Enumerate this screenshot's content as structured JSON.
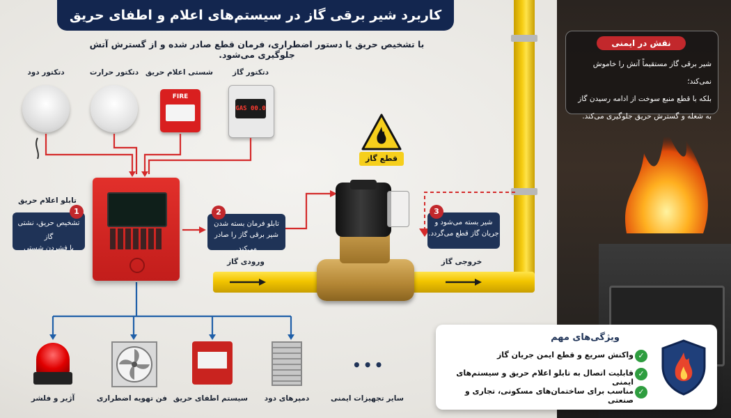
{
  "title": "کاربرد شیر برقی گاز در سیستم‌های اعلام و اطفای حریق",
  "subtitle": "با تشخیص حریق یا دستور اضطراری، فرمان قطع صادر شده و از گسترش آتش جلوگیری می‌شود.",
  "safety_role": {
    "heading": "نقش در ایمنی",
    "lines": [
      "شیر برقی گاز مستقیماً آتش را خاموش نمی‌کند؛",
      "بلکه با قطع منبع سوخت از ادامه رسیدن گاز",
      "به شعله و گسترش حریق جلوگیری می‌کند."
    ]
  },
  "detectors": {
    "smoke": "دتکتور دود",
    "heat": "دتکتور حرارت",
    "manual_call_point": "شستی اعلام حریق",
    "gas": "دتکتور گاز"
  },
  "device_text": {
    "fire": "FIRE",
    "gas_display": "GAS 00.0"
  },
  "panel_label": "تابلو اعلام حریق",
  "warning_label": "قطع گاز",
  "steps": [
    {
      "number": "1",
      "lines": [
        "تشخیص حریق، نشتی گاز",
        "یا فشردن شستی"
      ]
    },
    {
      "number": "2",
      "lines": [
        "تابلو فرمان بسته شدن",
        "شیر برقی گاز را صادر می‌کند."
      ]
    },
    {
      "number": "3",
      "lines": [
        "شیر بسته می‌شود و",
        "جریان گاز قطع می‌گردد."
      ]
    }
  ],
  "pipe_labels": {
    "inlet": "ورودی گاز",
    "outlet": "خروجی گاز"
  },
  "outputs": [
    {
      "label": "آژیر و فلشر"
    },
    {
      "label": "فن تهویه اضطراری"
    },
    {
      "label": "سیستم اطفای حریق"
    },
    {
      "label": "دمپرهای دود"
    },
    {
      "label": "سایر تجهیزات ایمنی"
    }
  ],
  "features": {
    "heading": "ویژگی‌های مهم",
    "items": [
      "واکنش سریع و قطع ایمن جریان گاز",
      "قابلیت اتصال به تابلو اعلام حریق و سیستم‌های ایمنی",
      "مناسب برای ساختمان‌های مسکونی، تجاری و صنعتی"
    ]
  },
  "colors": {
    "navy": "#13264f",
    "red": "#c2282c",
    "pipe_yellow": "#f2c500",
    "wire_red": "#d42a2a",
    "signal_blue": "#1f5fa8",
    "check_green": "#2e9d3f"
  }
}
